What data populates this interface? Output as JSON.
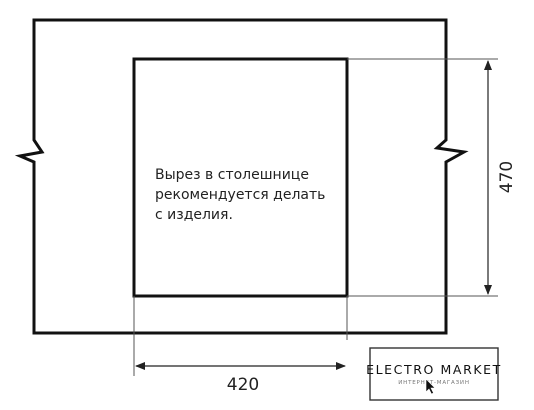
{
  "note": {
    "lines": [
      "Вырез в столешнице",
      "рекомендуется делать",
      "с изделия."
    ]
  },
  "dimensions": {
    "width": "420",
    "height": "470"
  },
  "logo": {
    "title": "ELECTRO MARKET",
    "subtitle": "ИНТЕРНЕТ-МАГАЗИН"
  },
  "icons": {
    "cursor": "cursor-arrow-icon"
  }
}
